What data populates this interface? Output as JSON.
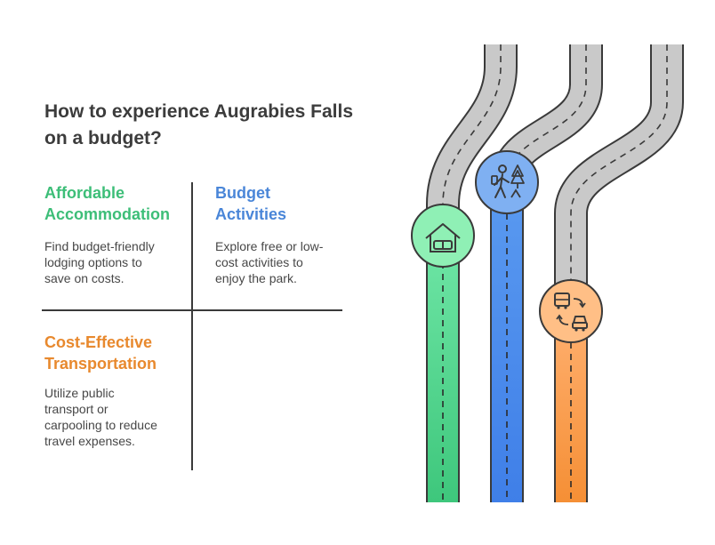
{
  "title": "How to experience Augrabies Falls on a budget?",
  "quadrants": [
    {
      "id": "affordable-accommodation",
      "title_line1": "Affordable",
      "title_line2": "Accommodation",
      "desc": [
        "Find budget-friendly",
        "lodging options to",
        "save on costs."
      ],
      "color": "#3dbe78"
    },
    {
      "id": "budget-activities",
      "title_line1": "Budget",
      "title_line2": "Activities",
      "desc": [
        "Explore free or low-",
        "cost activities to",
        "enjoy the park."
      ],
      "color": "#4a86d8"
    },
    {
      "id": "cost-effective-transportation",
      "title_line1": "Cost-Effective",
      "title_line2": "Transportation",
      "desc": [
        "Utilize public",
        "transport or",
        "carpooling to reduce",
        "travel expenses."
      ],
      "color": "#e8892e"
    }
  ],
  "roads": [
    {
      "name": "accommodation",
      "icon": "house-bed-icon",
      "fill": "#8ff0b5",
      "stripe_top": "#5fdf98",
      "stripe_bottom": "#3ec77c"
    },
    {
      "name": "activities",
      "icon": "hiker-tree-icon",
      "fill": "#7fb0f2",
      "stripe_top": "#5a9af0",
      "stripe_bottom": "#3f7fe8"
    },
    {
      "name": "transportation",
      "icon": "bus-car-icon",
      "fill": "#ffbf86",
      "stripe_top": "#ffae66",
      "stripe_bottom": "#f58f35"
    }
  ]
}
